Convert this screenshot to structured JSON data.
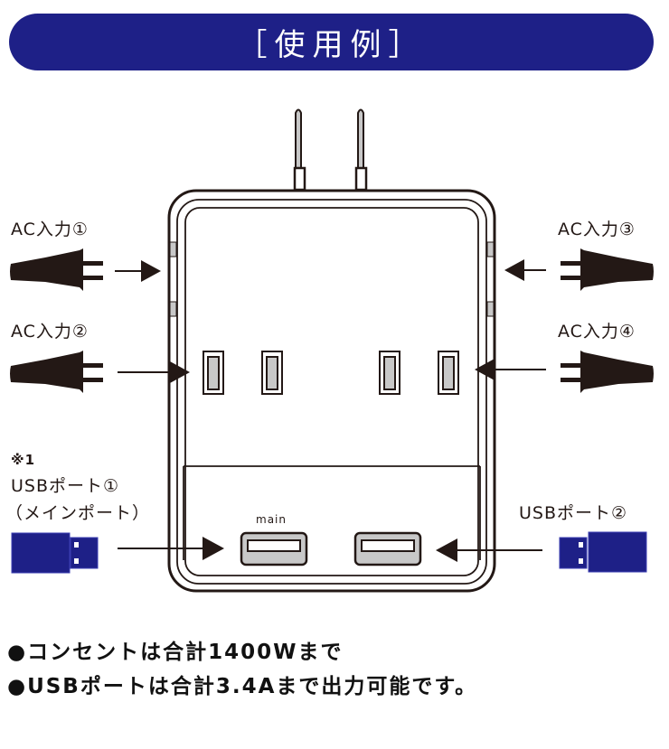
{
  "header": {
    "title": "［使用例］"
  },
  "colors": {
    "banner": "#1e2087",
    "usb_plug": "#1e2087",
    "outline": "#231815",
    "slot_fill": "#c8c8c8"
  },
  "labels": {
    "ac1": "AC入力①",
    "ac2": "AC入力②",
    "ac3": "AC入力③",
    "ac4": "AC入力④",
    "usb1_note": "※1",
    "usb1": "USBポート①",
    "usb1_sub": "（メインポート）",
    "usb2": "USBポート②",
    "main_port": "main"
  },
  "notes": [
    "●コンセントは合計1400Wまで",
    "●USBポートは合計3.4Aまで出力可能です。"
  ]
}
